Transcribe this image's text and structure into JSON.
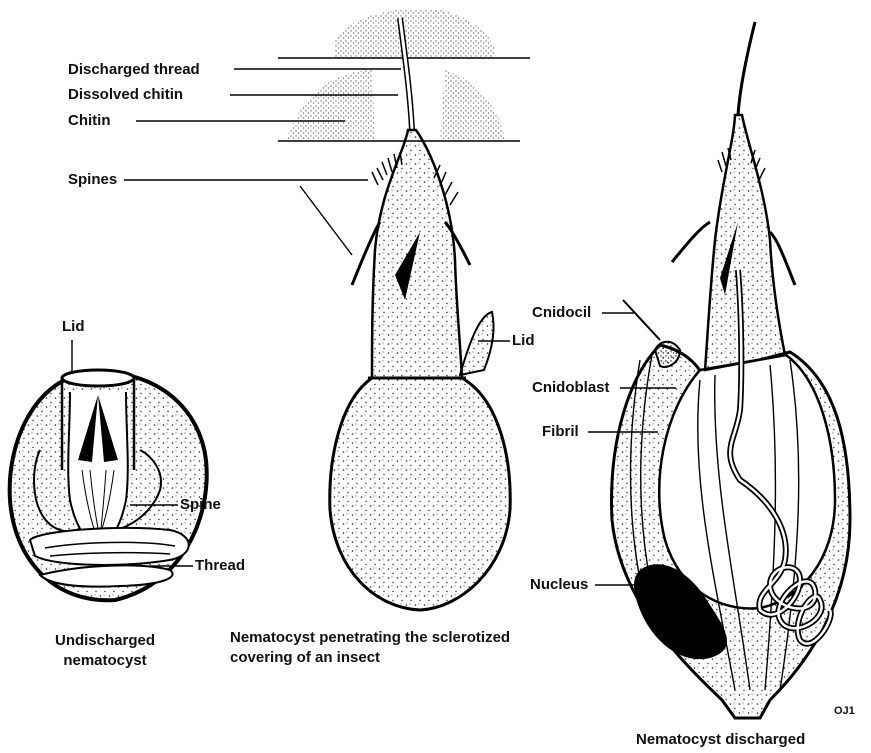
{
  "labels": {
    "discharged_thread": "Discharged thread",
    "dissolved_chitin": "Dissolved chitin",
    "chitin": "Chitin",
    "spines": "Spines",
    "lid_left": "Lid",
    "spine": "Spine",
    "thread": "Thread",
    "lid_middle": "Lid",
    "cnidocil": "Cnidocil",
    "cnidoblast": "Cnidoblast",
    "fibril": "Fibril",
    "nucleus": "Nucleus",
    "initials": "OJ1"
  },
  "captions": {
    "undischarged_line1": "Undischarged",
    "undischarged_line2": "nematocyst",
    "penetrating_line1": "Nematocyst penetrating the sclerotized",
    "penetrating_line2": "covering of an insect",
    "discharged": "Nematocyst discharged"
  }
}
